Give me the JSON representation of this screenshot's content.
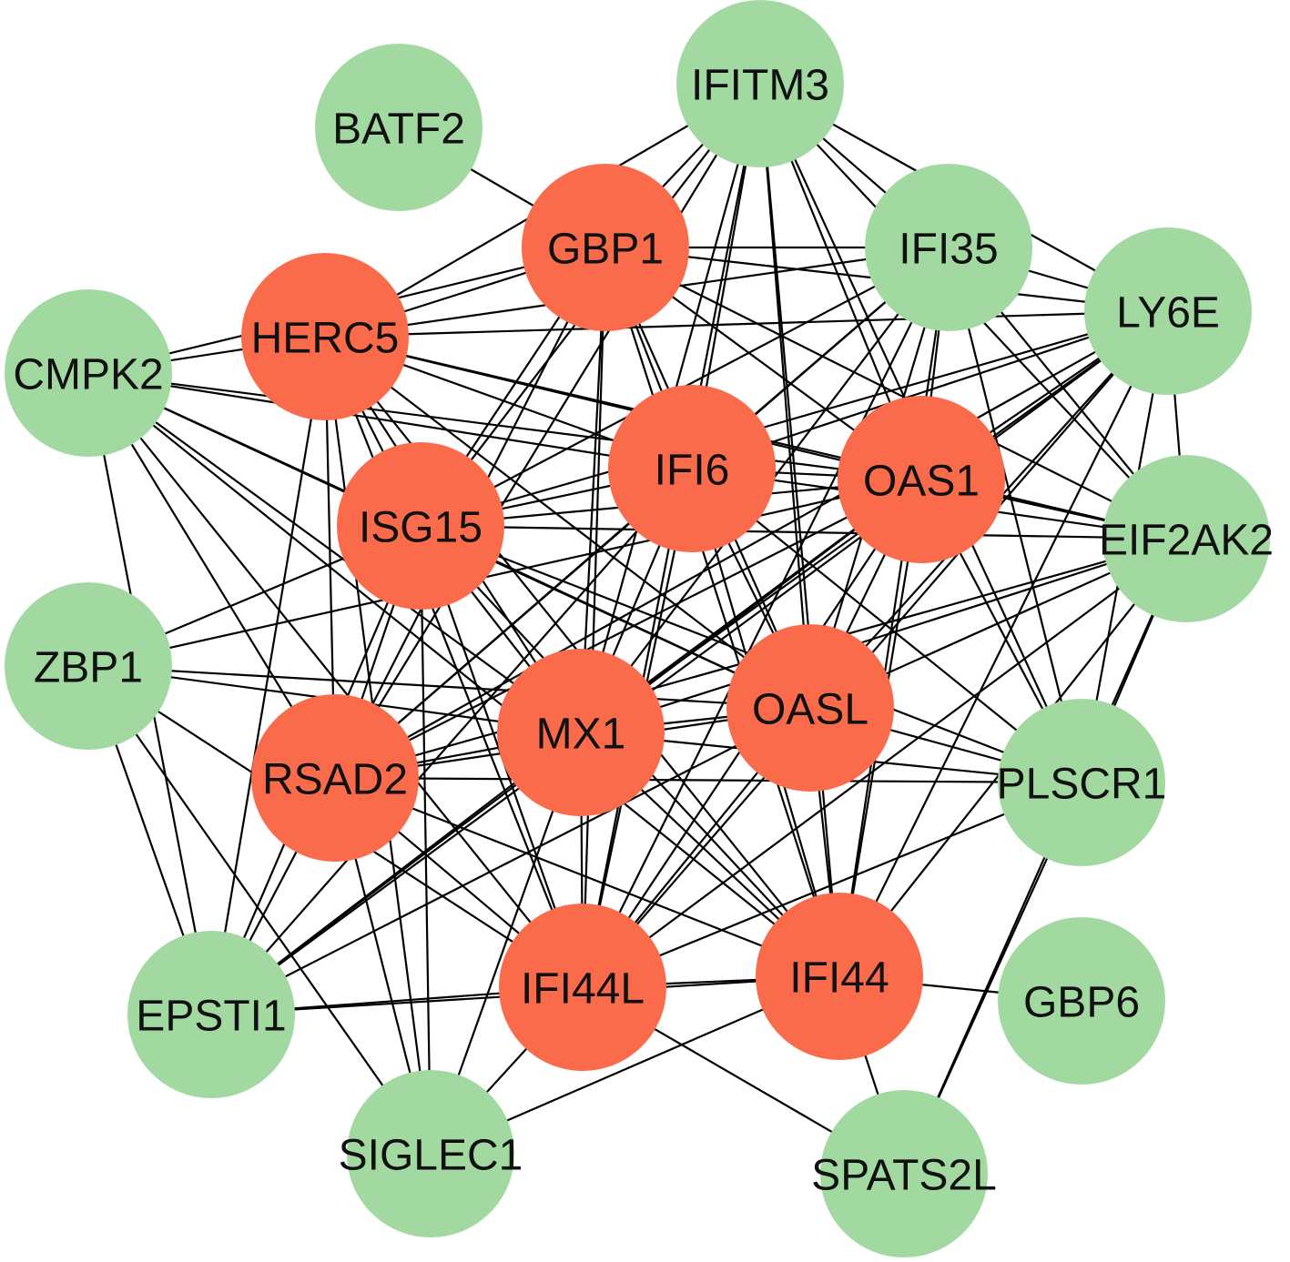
{
  "colors": {
    "hub": "#f96b4b",
    "peripheral": "#a2d9a1",
    "edge": "#000000",
    "label": "#111111"
  },
  "nodes": [
    {
      "id": "IFITM3",
      "label": "IFITM3",
      "group": "peripheral"
    },
    {
      "id": "BATF2",
      "label": "BATF2",
      "group": "peripheral"
    },
    {
      "id": "IFI35",
      "label": "IFI35",
      "group": "peripheral"
    },
    {
      "id": "LY6E",
      "label": "LY6E",
      "group": "peripheral"
    },
    {
      "id": "CMPK2",
      "label": "CMPK2",
      "group": "peripheral"
    },
    {
      "id": "EIF2AK2",
      "label": "EIF2AK2",
      "group": "peripheral"
    },
    {
      "id": "ZBP1",
      "label": "ZBP1",
      "group": "peripheral"
    },
    {
      "id": "PLSCR1",
      "label": "PLSCR1",
      "group": "peripheral"
    },
    {
      "id": "EPSTI1",
      "label": "EPSTI1",
      "group": "peripheral"
    },
    {
      "id": "GBP6",
      "label": "GBP6",
      "group": "peripheral"
    },
    {
      "id": "SIGLEC1",
      "label": "SIGLEC1",
      "group": "peripheral"
    },
    {
      "id": "SPATS2L",
      "label": "SPATS2L",
      "group": "peripheral"
    },
    {
      "id": "GBP1",
      "label": "GBP1",
      "group": "hub"
    },
    {
      "id": "HERC5",
      "label": "HERC5",
      "group": "hub"
    },
    {
      "id": "IFI6",
      "label": "IFI6",
      "group": "hub"
    },
    {
      "id": "OAS1",
      "label": "OAS1",
      "group": "hub"
    },
    {
      "id": "ISG15",
      "label": "ISG15",
      "group": "hub"
    },
    {
      "id": "OASL",
      "label": "OASL",
      "group": "hub"
    },
    {
      "id": "MX1",
      "label": "MX1",
      "group": "hub"
    },
    {
      "id": "RSAD2",
      "label": "RSAD2",
      "group": "hub"
    },
    {
      "id": "IFI44L",
      "label": "IFI44L",
      "group": "hub"
    },
    {
      "id": "IFI44",
      "label": "IFI44",
      "group": "hub"
    }
  ],
  "edges": [
    [
      "BATF2",
      "GBP1"
    ],
    [
      "IFITM3",
      "GBP1"
    ],
    [
      "IFITM3",
      "HERC5"
    ],
    [
      "IFITM3",
      "ISG15"
    ],
    [
      "IFITM3",
      "IFI6"
    ],
    [
      "IFITM3",
      "OAS1"
    ],
    [
      "IFITM3",
      "MX1"
    ],
    [
      "IFITM3",
      "OASL"
    ],
    [
      "IFITM3",
      "IFI44L"
    ],
    [
      "IFITM3",
      "IFI44"
    ],
    [
      "IFITM3",
      "RSAD2"
    ],
    [
      "IFITM3",
      "IFI35"
    ],
    [
      "IFITM3",
      "LY6E"
    ],
    [
      "IFITM3",
      "EIF2AK2"
    ],
    [
      "IFITM3",
      "PLSCR1"
    ],
    [
      "IFI35",
      "GBP1"
    ],
    [
      "IFI35",
      "HERC5"
    ],
    [
      "IFI35",
      "ISG15"
    ],
    [
      "IFI35",
      "IFI6"
    ],
    [
      "IFI35",
      "OAS1"
    ],
    [
      "IFI35",
      "MX1"
    ],
    [
      "IFI35",
      "OASL"
    ],
    [
      "IFI35",
      "IFI44L"
    ],
    [
      "IFI35",
      "IFI44"
    ],
    [
      "IFI35",
      "RSAD2"
    ],
    [
      "IFI35",
      "LY6E"
    ],
    [
      "IFI35",
      "EIF2AK2"
    ],
    [
      "IFI35",
      "PLSCR1"
    ],
    [
      "LY6E",
      "GBP1"
    ],
    [
      "LY6E",
      "HERC5"
    ],
    [
      "LY6E",
      "ISG15"
    ],
    [
      "LY6E",
      "IFI6"
    ],
    [
      "LY6E",
      "OAS1"
    ],
    [
      "LY6E",
      "MX1"
    ],
    [
      "LY6E",
      "OASL"
    ],
    [
      "LY6E",
      "IFI44L"
    ],
    [
      "LY6E",
      "IFI44"
    ],
    [
      "LY6E",
      "RSAD2"
    ],
    [
      "LY6E",
      "EPSTI1"
    ],
    [
      "LY6E",
      "EIF2AK2"
    ],
    [
      "LY6E",
      "PLSCR1"
    ],
    [
      "EIF2AK2",
      "GBP1"
    ],
    [
      "EIF2AK2",
      "HERC5"
    ],
    [
      "EIF2AK2",
      "ISG15"
    ],
    [
      "EIF2AK2",
      "IFI6"
    ],
    [
      "EIF2AK2",
      "OAS1"
    ],
    [
      "EIF2AK2",
      "MX1"
    ],
    [
      "EIF2AK2",
      "OASL"
    ],
    [
      "EIF2AK2",
      "IFI44L"
    ],
    [
      "EIF2AK2",
      "IFI44"
    ],
    [
      "EIF2AK2",
      "RSAD2"
    ],
    [
      "EIF2AK2",
      "PLSCR1"
    ],
    [
      "PLSCR1",
      "IFI6"
    ],
    [
      "PLSCR1",
      "OAS1"
    ],
    [
      "PLSCR1",
      "MX1"
    ],
    [
      "PLSCR1",
      "OASL"
    ],
    [
      "PLSCR1",
      "IFI44L"
    ],
    [
      "PLSCR1",
      "RSAD2"
    ],
    [
      "PLSCR1",
      "ISG15"
    ],
    [
      "PLSCR1",
      "SPATS2L"
    ],
    [
      "CMPK2",
      "HERC5"
    ],
    [
      "CMPK2",
      "GBP1"
    ],
    [
      "CMPK2",
      "IFI6"
    ],
    [
      "CMPK2",
      "OAS1"
    ],
    [
      "CMPK2",
      "ISG15"
    ],
    [
      "CMPK2",
      "MX1"
    ],
    [
      "CMPK2",
      "OASL"
    ],
    [
      "CMPK2",
      "RSAD2"
    ],
    [
      "CMPK2",
      "IFI44L"
    ],
    [
      "CMPK2",
      "IFI44"
    ],
    [
      "CMPK2",
      "EPSTI1"
    ],
    [
      "ZBP1",
      "ISG15"
    ],
    [
      "ZBP1",
      "OAS1"
    ],
    [
      "ZBP1",
      "MX1"
    ],
    [
      "ZBP1",
      "OASL"
    ],
    [
      "ZBP1",
      "IFI44L"
    ],
    [
      "ZBP1",
      "EPSTI1"
    ],
    [
      "ZBP1",
      "SIGLEC1"
    ],
    [
      "EPSTI1",
      "IFI44L"
    ],
    [
      "EPSTI1",
      "IFI44"
    ],
    [
      "EPSTI1",
      "MX1"
    ],
    [
      "EPSTI1",
      "RSAD2"
    ],
    [
      "EPSTI1",
      "HERC5"
    ],
    [
      "EPSTI1",
      "OAS1"
    ],
    [
      "EPSTI1",
      "IFI6"
    ],
    [
      "EPSTI1",
      "ISG15"
    ],
    [
      "EPSTI1",
      "OASL"
    ],
    [
      "SIGLEC1",
      "IFI44L"
    ],
    [
      "SIGLEC1",
      "IFI44"
    ],
    [
      "SIGLEC1",
      "RSAD2"
    ],
    [
      "SIGLEC1",
      "HERC5"
    ],
    [
      "SIGLEC1",
      "ISG15"
    ],
    [
      "SIGLEC1",
      "MX1"
    ],
    [
      "SPATS2L",
      "IFI44"
    ],
    [
      "SPATS2L",
      "IFI44L"
    ],
    [
      "SPATS2L",
      "EIF2AK2"
    ],
    [
      "GBP6",
      "IFI44"
    ],
    [
      "GBP1",
      "HERC5"
    ],
    [
      "GBP1",
      "IFI6"
    ],
    [
      "GBP1",
      "OAS1"
    ],
    [
      "GBP1",
      "ISG15"
    ],
    [
      "GBP1",
      "MX1"
    ],
    [
      "GBP1",
      "OASL"
    ],
    [
      "GBP1",
      "RSAD2"
    ],
    [
      "GBP1",
      "IFI44L"
    ],
    [
      "GBP1",
      "IFI44"
    ],
    [
      "HERC5",
      "IFI6"
    ],
    [
      "HERC5",
      "OAS1"
    ],
    [
      "HERC5",
      "ISG15"
    ],
    [
      "HERC5",
      "MX1"
    ],
    [
      "HERC5",
      "OASL"
    ],
    [
      "HERC5",
      "RSAD2"
    ],
    [
      "HERC5",
      "IFI44L"
    ],
    [
      "HERC5",
      "IFI44"
    ],
    [
      "IFI6",
      "OAS1"
    ],
    [
      "IFI6",
      "ISG15"
    ],
    [
      "IFI6",
      "MX1"
    ],
    [
      "IFI6",
      "OASL"
    ],
    [
      "IFI6",
      "RSAD2"
    ],
    [
      "IFI6",
      "IFI44L"
    ],
    [
      "IFI6",
      "IFI44"
    ],
    [
      "OAS1",
      "ISG15"
    ],
    [
      "OAS1",
      "MX1"
    ],
    [
      "OAS1",
      "OASL"
    ],
    [
      "OAS1",
      "RSAD2"
    ],
    [
      "OAS1",
      "IFI44L"
    ],
    [
      "OAS1",
      "IFI44"
    ],
    [
      "ISG15",
      "MX1"
    ],
    [
      "ISG15",
      "OASL"
    ],
    [
      "ISG15",
      "RSAD2"
    ],
    [
      "ISG15",
      "IFI44L"
    ],
    [
      "ISG15",
      "IFI44"
    ],
    [
      "MX1",
      "OASL"
    ],
    [
      "MX1",
      "RSAD2"
    ],
    [
      "MX1",
      "IFI44L"
    ],
    [
      "MX1",
      "IFI44"
    ],
    [
      "OASL",
      "RSAD2"
    ],
    [
      "OASL",
      "IFI44L"
    ],
    [
      "OASL",
      "IFI44"
    ],
    [
      "RSAD2",
      "IFI44L"
    ],
    [
      "RSAD2",
      "IFI44"
    ],
    [
      "IFI44L",
      "IFI44"
    ]
  ]
}
